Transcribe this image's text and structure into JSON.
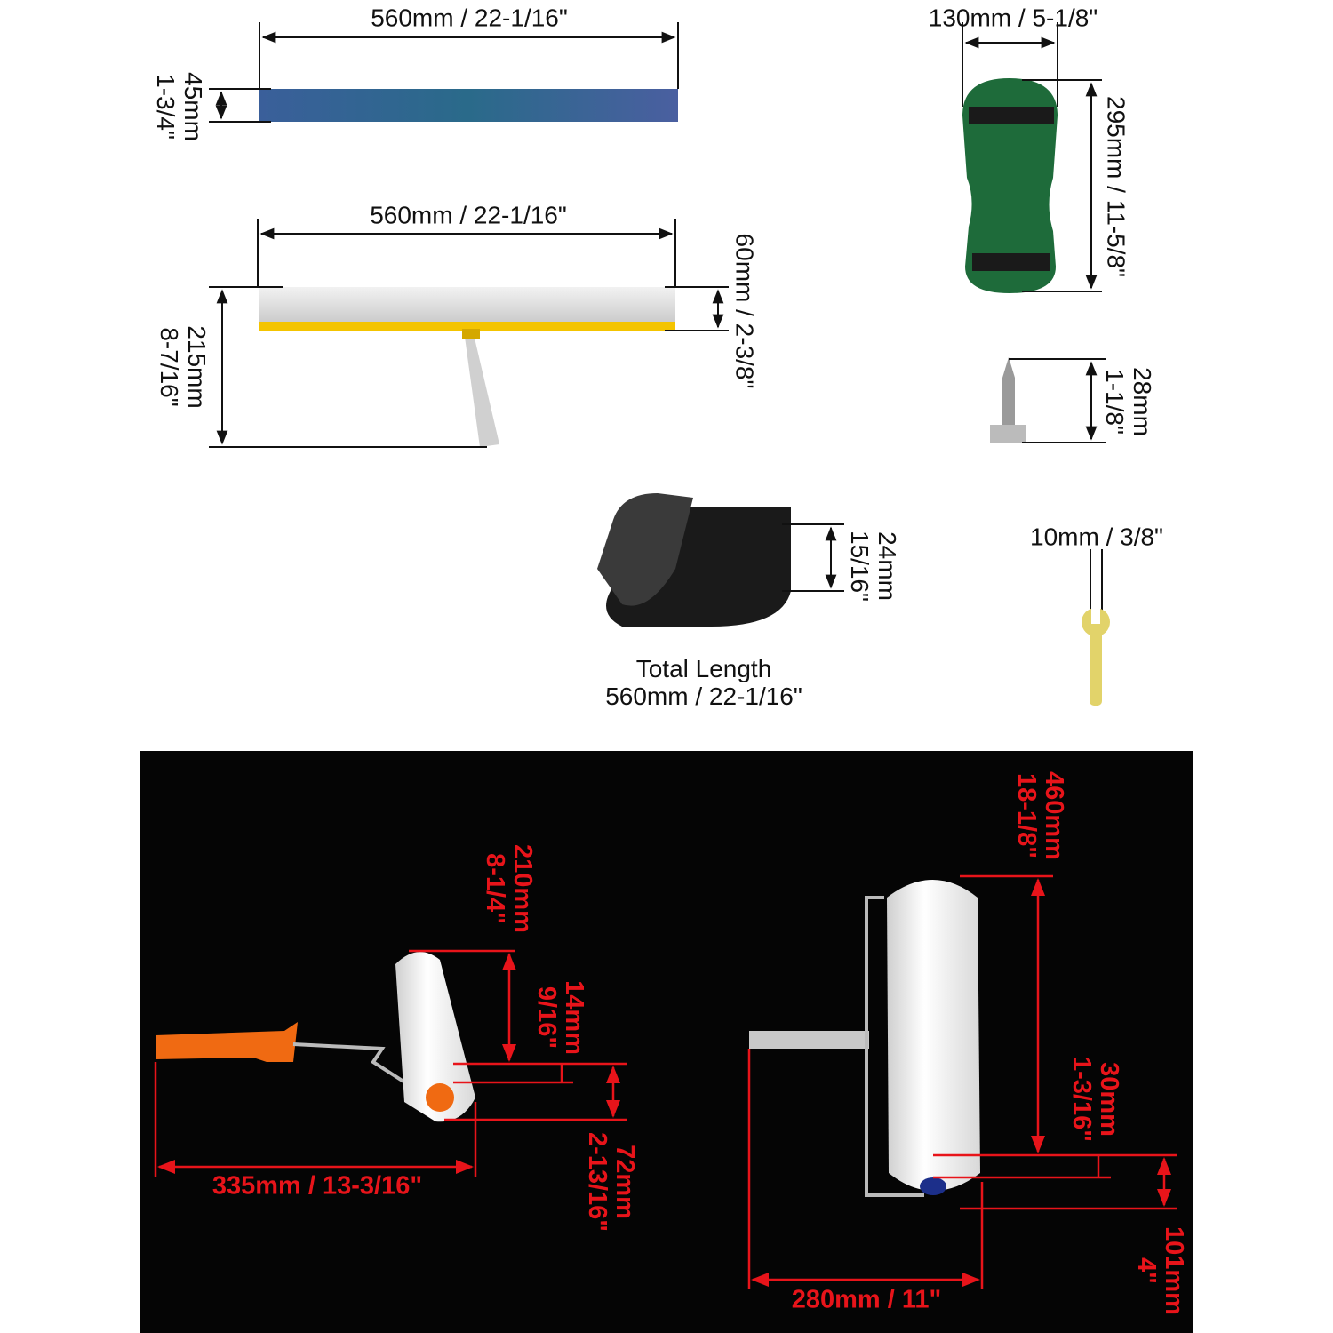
{
  "colors": {
    "dimension_black": "#111111",
    "dimension_red": "#e8141a",
    "panel_bg": "#050505"
  },
  "top_section": {
    "spiked_blade": {
      "width_label": "560mm / 22-1/16\"",
      "height_mm": "45mm",
      "height_in": "1-3/4\""
    },
    "squeegee": {
      "width_label": "560mm / 22-1/16\"",
      "blade_height_label": "60mm / 2-3/8\"",
      "total_height_mm": "215mm",
      "total_height_in": "8-7/16\""
    },
    "spiked_shoe": {
      "width_label": "130mm / 5-1/8\"",
      "length_label": "295mm / 11-5/8\""
    },
    "spike": {
      "length_mm": "28mm",
      "length_in": "1-1/8\""
    },
    "strap": {
      "width_mm": "24mm",
      "width_in": "15/16\"",
      "total_length_title": "Total Length",
      "total_length_value": "560mm / 22-1/16\""
    },
    "wrench": {
      "size_label": "10mm / 3/8\""
    }
  },
  "bottom_section": {
    "small_roller": {
      "roller_length_mm": "210mm",
      "roller_length_in": "8-1/4\"",
      "spike_mm": "14mm",
      "spike_in": "9/16\"",
      "diameter_mm": "72mm",
      "diameter_in": "2-13/16\"",
      "total_width_label": "335mm / 13-3/16\""
    },
    "large_roller": {
      "roller_length_mm": "460mm",
      "roller_length_in": "18-1/8\"",
      "spike_mm": "30mm",
      "spike_in": "1-3/16\"",
      "diameter_mm": "101mm",
      "diameter_in": "4\"",
      "total_width_label": "280mm / 11\""
    }
  }
}
